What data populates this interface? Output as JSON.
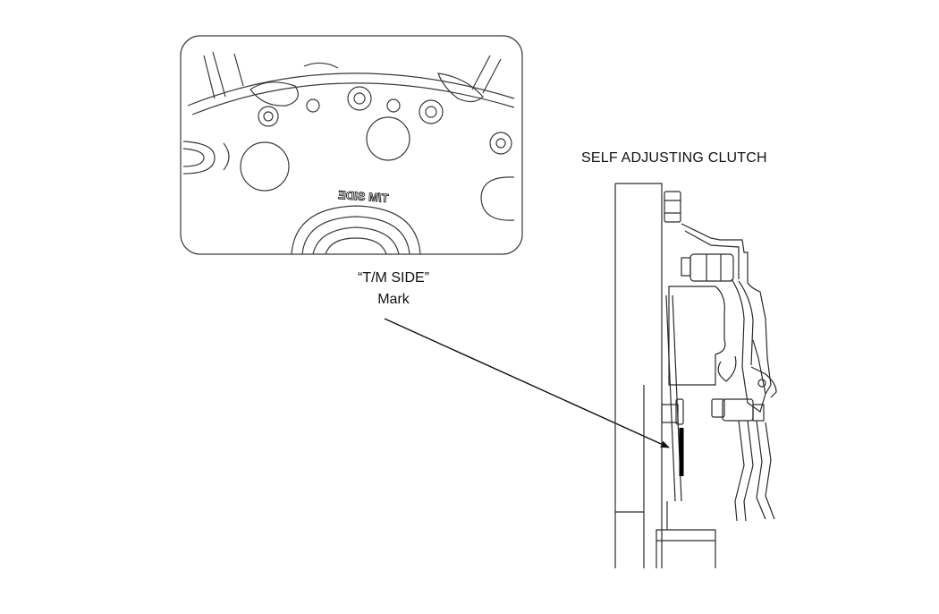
{
  "diagram": {
    "title": "SELF ADJUSTING CLUTCH",
    "callout": {
      "line1": "“T/M SIDE”",
      "line2": "Mark"
    },
    "inset": {
      "embossed_text": "T/M SIDE",
      "embossed_text_orientation": "mirrored"
    },
    "colors": {
      "line": "#2a2a2a",
      "background": "#ffffff"
    }
  }
}
